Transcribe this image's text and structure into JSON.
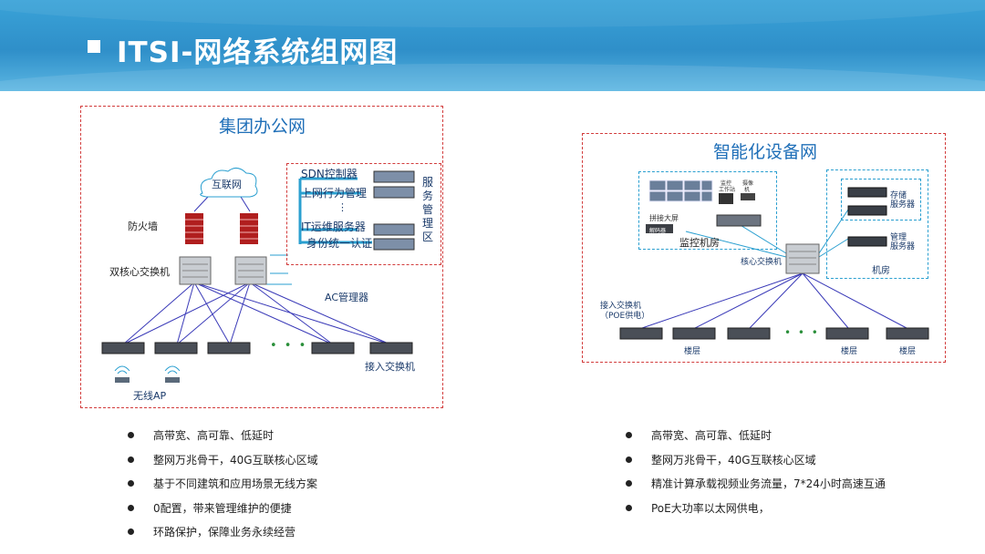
{
  "header": {
    "title": "ITSI-网络系统组网图"
  },
  "left": {
    "title": "集团办公网",
    "internet": "互联网",
    "firewall": "防火墙",
    "core": "双核心交换机",
    "ac": "AC管理器",
    "access": "接入交换机",
    "ap": "无线AP",
    "services": [
      "SDN控制器",
      "上网行为管理",
      "IT运维服务器",
      "身份统一认证"
    ],
    "service_area": [
      "服",
      "务",
      "管",
      "理",
      "区"
    ],
    "dots": "• • •"
  },
  "right": {
    "title": "智能化设备网",
    "monitor_room": "监控机房",
    "splice_screen": "拼接大屏",
    "decoder": "解码器",
    "mon_tiny": [
      "监控",
      "工作站",
      "摄像",
      "机"
    ],
    "core": "核心交换机",
    "storage": "存储\n服务器",
    "mgmt": "管理\n服务器",
    "machine_room": "机房",
    "access": "接入交换机\n（POE供电）",
    "floor": "楼层",
    "dots": "• • •"
  },
  "bullets_left": [
    "高带宽、高可靠、低延时",
    "整网万兆骨干，40G互联核心区域",
    "基于不同建筑和应用场景无线方案",
    "0配置，带来管理维护的便捷",
    "环路保护，保障业务永续经营"
  ],
  "bullets_right": [
    "高带宽、高可靠、低延时",
    "整网万兆骨干，40G互联核心区域",
    "精准计算承载视频业务流量，7*24小时高速互通",
    "PoE大功率以太网供电，"
  ],
  "colors": {
    "header": "#3aa3d8",
    "link": "#2b2bb0",
    "panel_border": "#d23c3c",
    "accent": "#1f6fb8"
  }
}
